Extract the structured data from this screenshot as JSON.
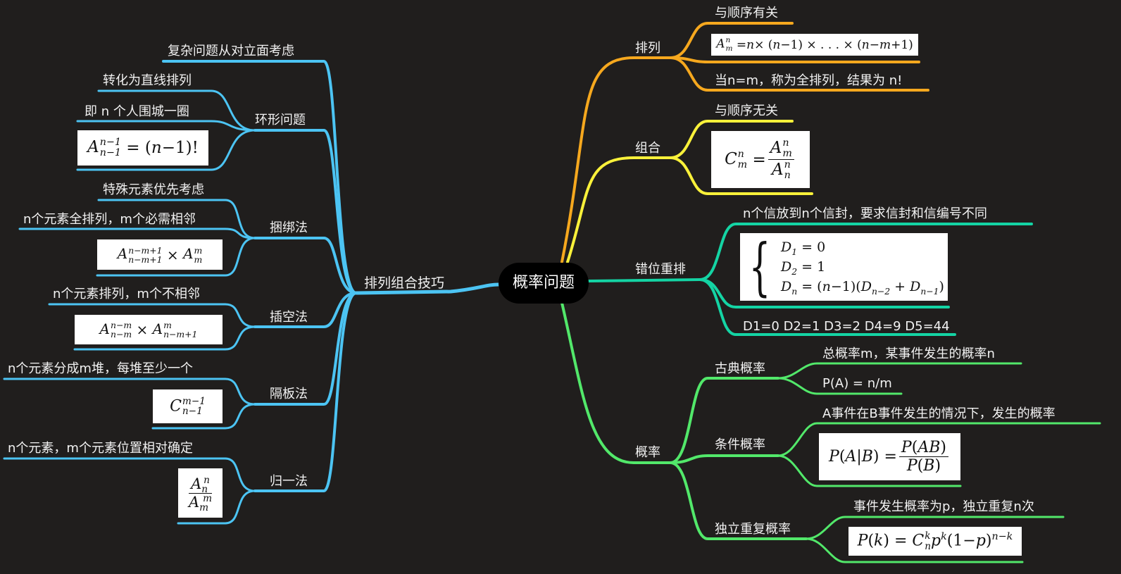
{
  "root": "概率问题",
  "colors": {
    "background": "#201e1d",
    "left": "#4cc4f3",
    "pailie": "#f6a81e",
    "zuhe": "#f9f13a",
    "cuowei": "#14d4a4",
    "gailv": "#52e86a"
  },
  "left": {
    "title": "排列组合技巧",
    "l1": "复杂问题从对立面考虑",
    "ring": "环形问题",
    "ring_a": "转化为直线排列",
    "ring_b": "即 n 个人围城一圈",
    "bind": "捆绑法",
    "bind_a": "特殊元素优先考虑",
    "bind_b": "n个元素全排列，m个必需相邻",
    "insert": "插空法",
    "insert_a": "n个元素排列，m个不相邻",
    "divider": "隔板法",
    "divider_a": "n个元素分成m堆，每堆至少一个",
    "merge": "归一法",
    "merge_a": "n个元素，m个元素位置相对确定"
  },
  "right": {
    "pailie": "排列",
    "pailie_a": "与顺序有关",
    "pailie_c": "当n=m，称为全排列，结果为  n!",
    "zuhe": "组合",
    "zuhe_a": "与顺序无关",
    "cuowei": "错位重排",
    "cuowei_a": "n个信放到n个信封，要求信封和信编号不同",
    "cuowei_c": "D1=0 D2=1 D3=2 D4=9 D5=44",
    "gailv": "概率",
    "classic": "古典概率",
    "classic_a": "总概率m，某事件发生的概率n",
    "classic_b": "P(A) = n/m",
    "cond": "条件概率",
    "cond_a": "A事件在B事件发生的情况下，发生的概率",
    "indep": "独立重复概率",
    "indep_a": "事件发生概率为p，独立重复n次"
  }
}
